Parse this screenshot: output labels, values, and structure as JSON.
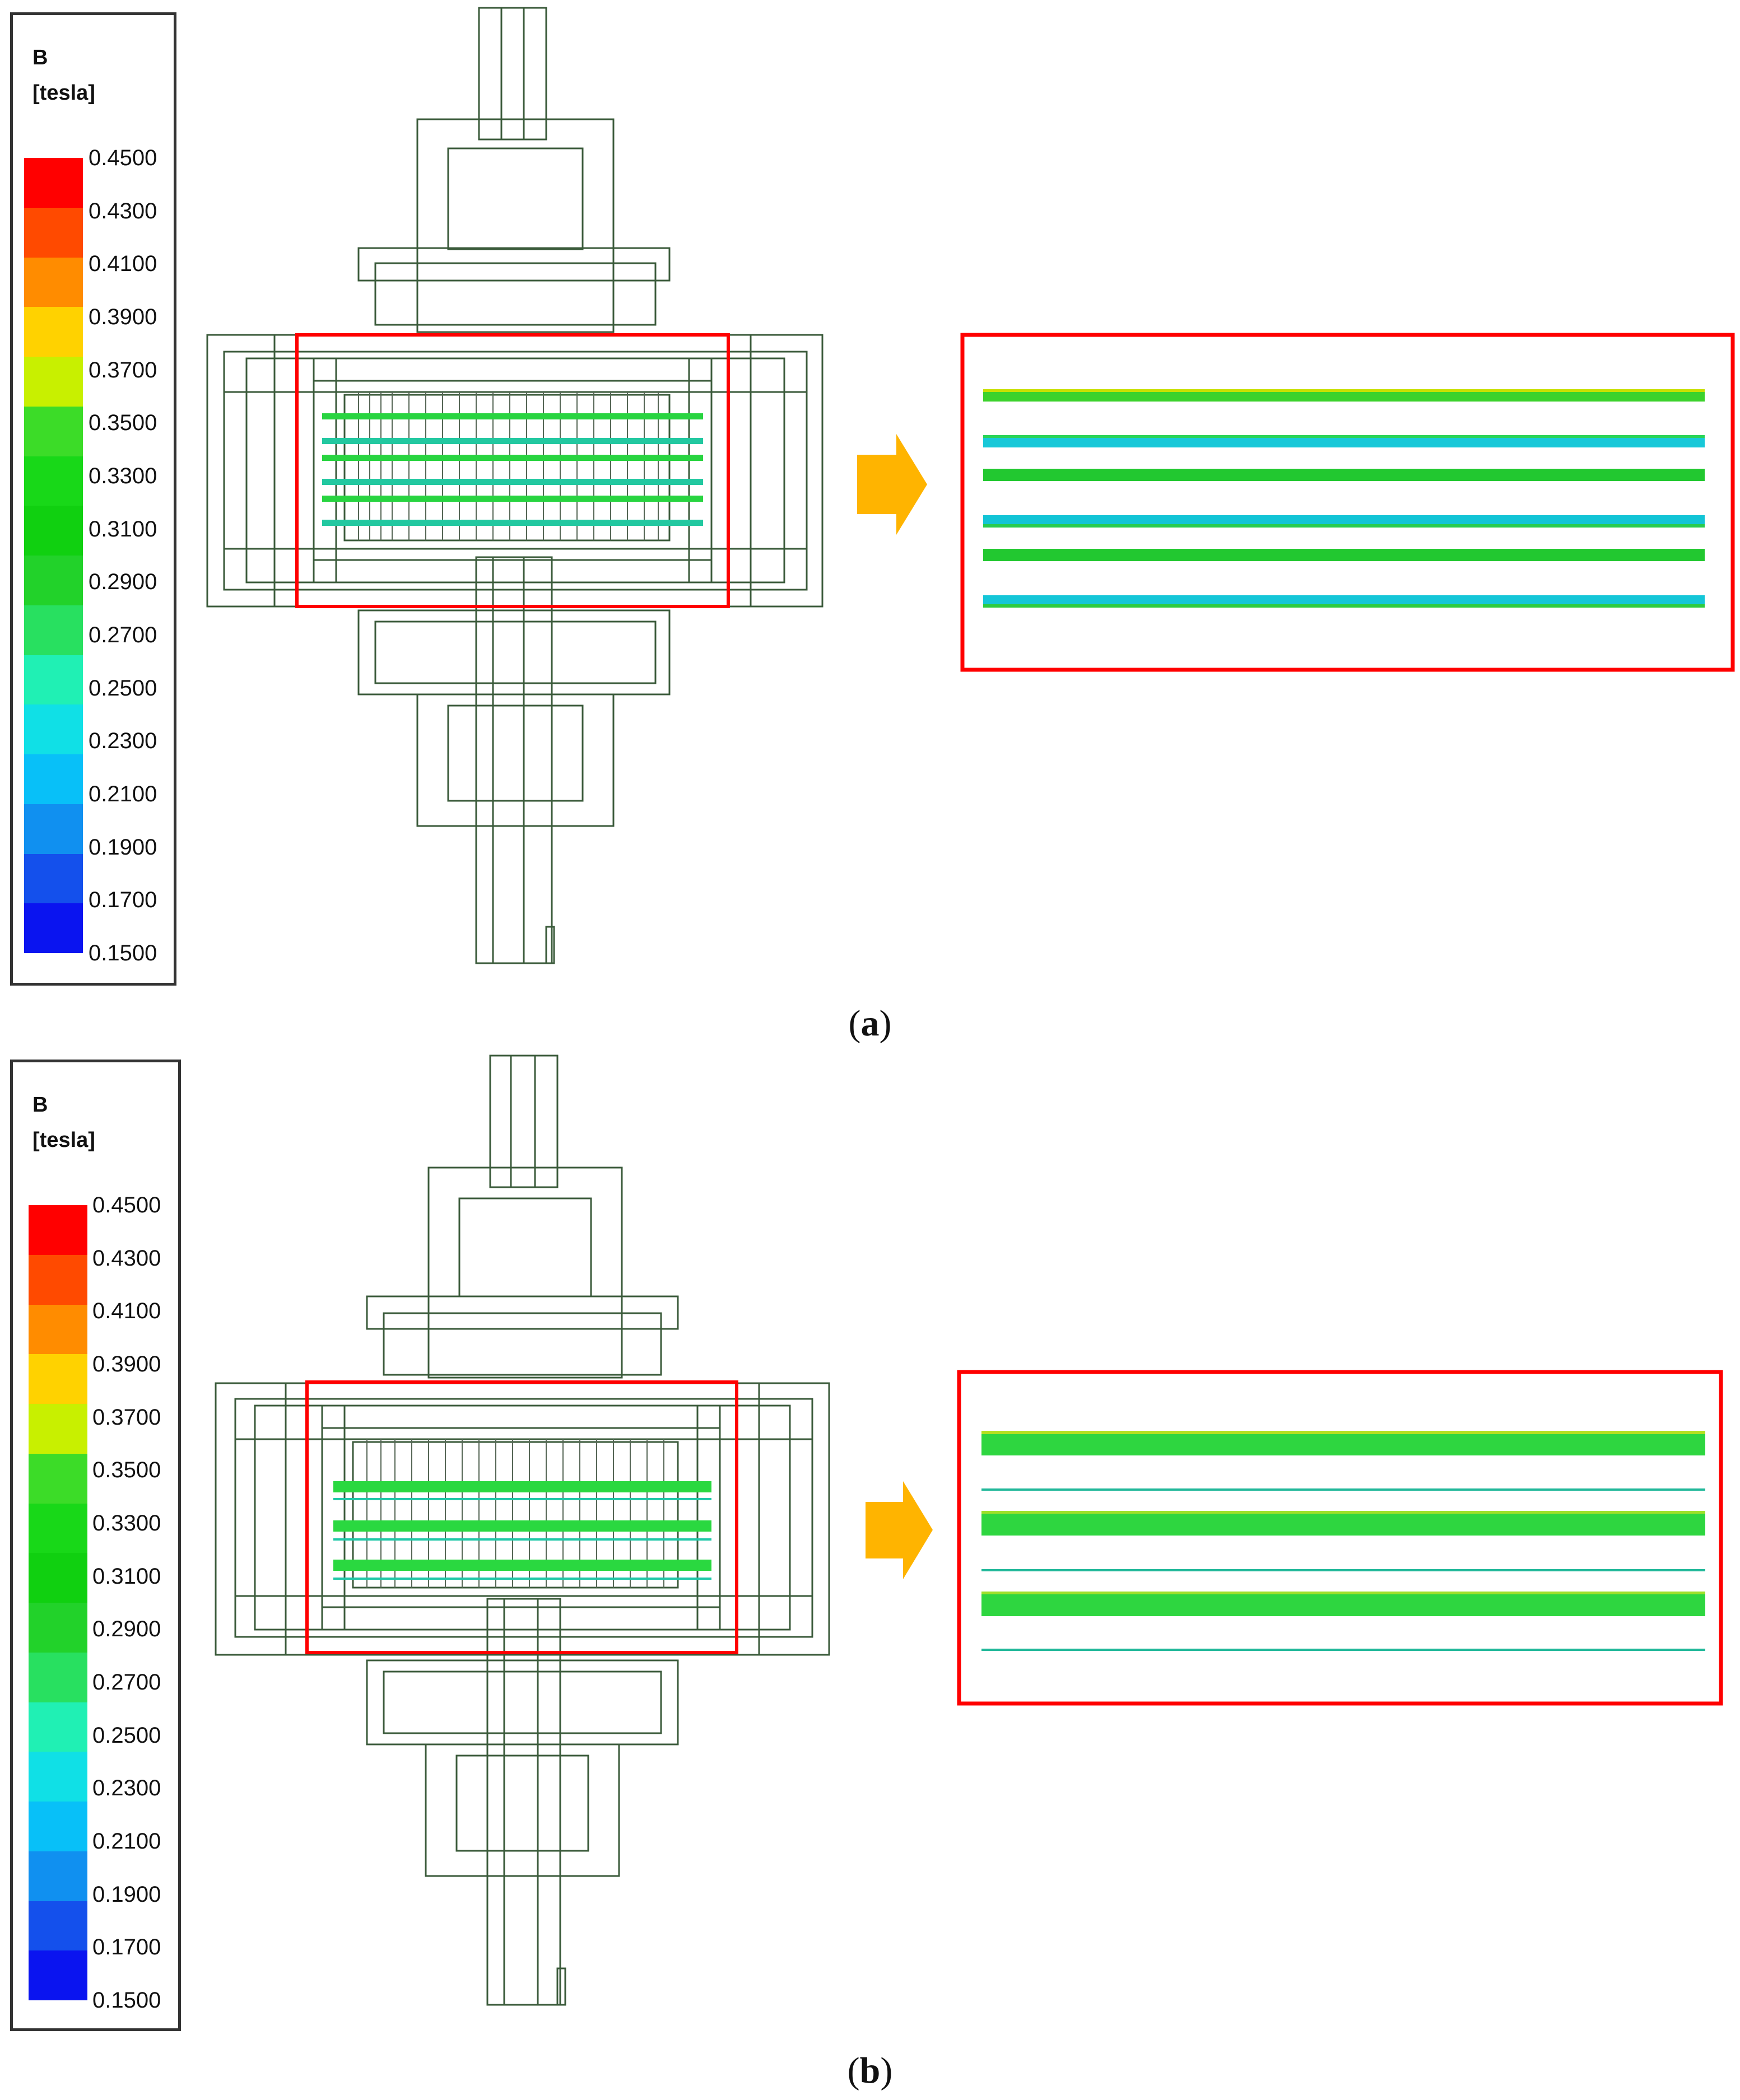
{
  "figure": {
    "panels": [
      {
        "id": "a",
        "caption_letter": "a",
        "legend": {
          "title": "B",
          "unit": "[tesla]",
          "ticks": [
            "0.4500",
            "0.4300",
            "0.4100",
            "0.3900",
            "0.3700",
            "0.3500",
            "0.3300",
            "0.3100",
            "0.2900",
            "0.2700",
            "0.2500",
            "0.2300",
            "0.2100",
            "0.1900",
            "0.1700",
            "0.1500"
          ],
          "colors": [
            "#ff0000",
            "#ff4a00",
            "#ff8c00",
            "#ffd200",
            "#c8f000",
            "#3cdc28",
            "#18d818",
            "#10d010",
            "#22d22a",
            "#28e060",
            "#20f0b4",
            "#10e0e6",
            "#08c0f8",
            "#1090f0",
            "#1450ec",
            "#0a14f0"
          ]
        },
        "arrow_color": "#ffb400",
        "highlight_color": "#ff0000"
      },
      {
        "id": "b",
        "caption_letter": "b",
        "legend": {
          "title": "B",
          "unit": "[tesla]",
          "ticks": [
            "0.4500",
            "0.4300",
            "0.4100",
            "0.3900",
            "0.3700",
            "0.3500",
            "0.3300",
            "0.3100",
            "0.2900",
            "0.2700",
            "0.2500",
            "0.2300",
            "0.2100",
            "0.1900",
            "0.1700",
            "0.1500"
          ],
          "colors": [
            "#ff0000",
            "#ff4a00",
            "#ff8c00",
            "#ffd200",
            "#c8f000",
            "#3cdc28",
            "#18d818",
            "#10d010",
            "#22d22a",
            "#28e060",
            "#20f0b4",
            "#10e0e6",
            "#08c0f8",
            "#1090f0",
            "#1450ec",
            "#0a14f0"
          ]
        },
        "arrow_color": "#ffb400",
        "highlight_color": "#ff0000"
      }
    ]
  }
}
